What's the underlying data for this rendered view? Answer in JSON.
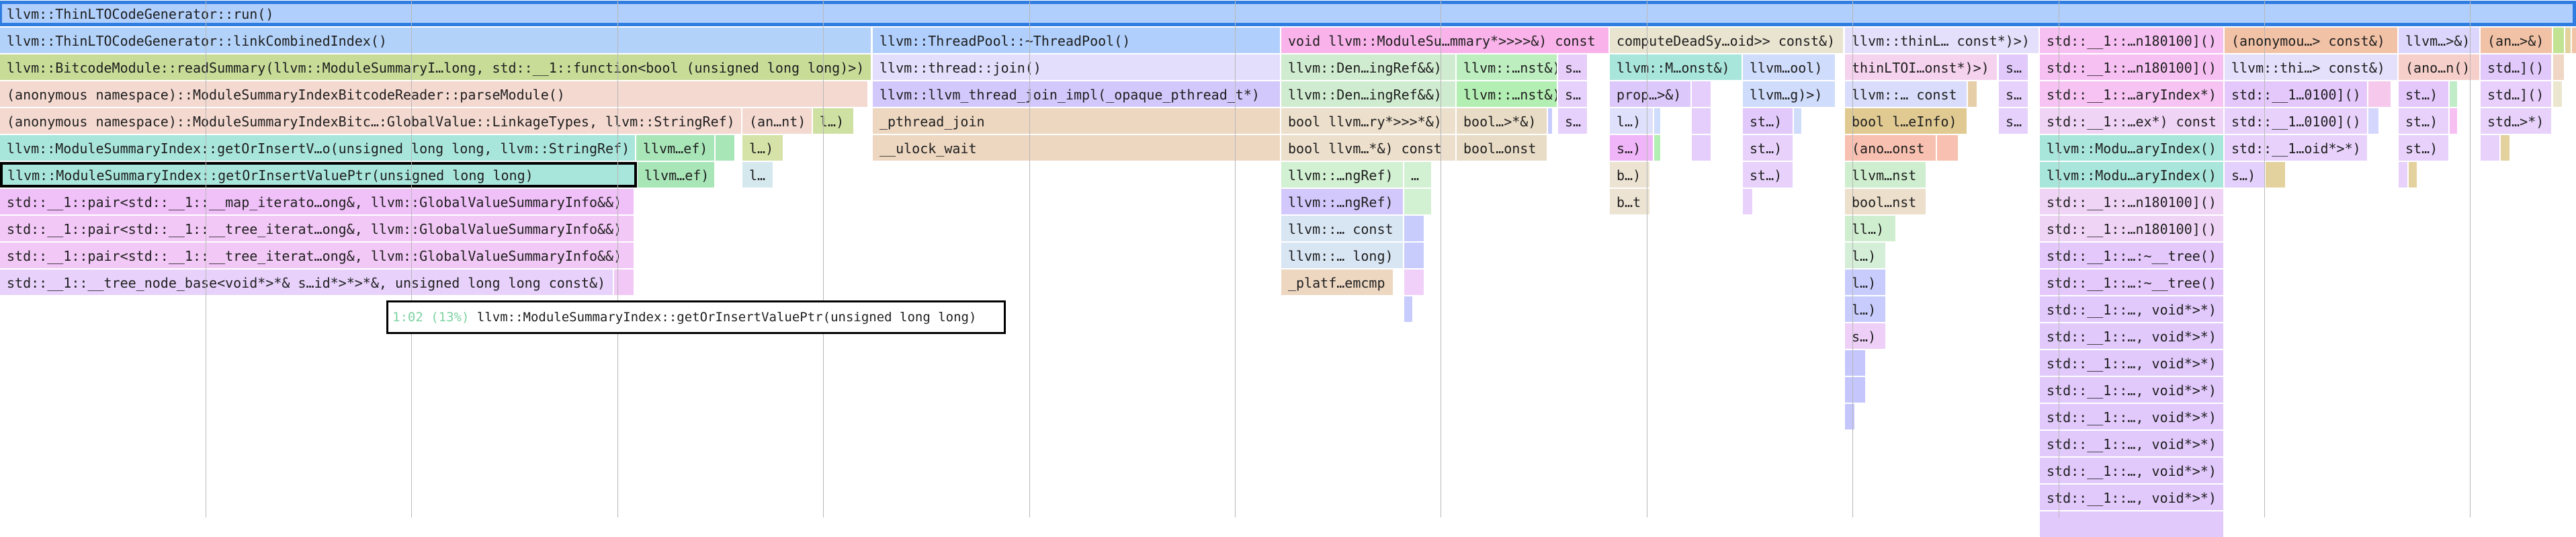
{
  "tooltip": {
    "time": "1:02",
    "percent": "(13%)",
    "name": "llvm::ModuleSummaryIndex::getOrInsertValuePtr(unsigned long long)"
  },
  "colors": {
    "selected_root_border": "#2f7de1",
    "selected_border": "#000000",
    "tooltip_time": "#7ed3a3"
  },
  "frames": [
    {
      "d": 0,
      "l": "llvm::ThinLTOCodeGenerator::run()",
      "c": "#b0cffc"
    },
    {
      "d": 1,
      "l": "llvm::ThinLTOCodeGenerator::linkCombinedIndex()",
      "c": "#b3d2fa"
    },
    {
      "d": 1,
      "l": "llvm::ThreadPool::~ThreadPool()",
      "c": "#b0cffc"
    },
    {
      "d": 1,
      "l": "void llvm::ModuleSu…mmary*>>>>&) const",
      "c": "#f9b3ea"
    },
    {
      "d": 1,
      "l": "computeDeadSy…oid>> const&)",
      "c": "#e9e4d0"
    },
    {
      "d": 1,
      "l": "llvm::thinL… const*)>)",
      "c": "#e4dffb"
    },
    {
      "d": 1,
      "l": "std::__1::…n180100]()",
      "c": "#f6c0f3"
    },
    {
      "d": 1,
      "l": "(anonymou…> const&)",
      "c": "#f2c2a6"
    },
    {
      "d": 1,
      "l": "llvm…>&)",
      "c": "#ddd6fc"
    },
    {
      "d": 1,
      "l": "(an…>&)",
      "c": "#f2c2a6"
    },
    {
      "d": 1,
      "l": "",
      "c": "#c2e294"
    },
    {
      "d": 1,
      "l": "",
      "c": "#e3d29e"
    },
    {
      "d": 1,
      "l": "",
      "c": "#f2c2a6"
    },
    {
      "d": 2,
      "l": "llvm::BitcodeModule::readSummary(llvm::ModuleSummaryI…long, std::__1::function<bool (unsigned long long)>)",
      "c": "#c8dc98"
    },
    {
      "d": 2,
      "l": "llvm::thread::join()",
      "c": "#e3defc"
    },
    {
      "d": 2,
      "l": "llvm::Den…ingRef&&)",
      "c": "#d0ecd0"
    },
    {
      "d": 2,
      "l": "llvm::…nst&)",
      "c": "#bdeec0"
    },
    {
      "d": 2,
      "l": "s…",
      "c": "#e6cdfa"
    },
    {
      "d": 2,
      "l": "llvm::M…onst&)",
      "c": "#a8e6dc"
    },
    {
      "d": 2,
      "l": "llvm…ool)",
      "c": "#cfdcfb"
    },
    {
      "d": 2,
      "l": "thinLTOI…onst*)>)",
      "c": "#f5d2ee"
    },
    {
      "d": 2,
      "l": "s…",
      "c": "#e1c9fc"
    },
    {
      "d": 2,
      "l": "std::__1::…n180100]()",
      "c": "#f6c0f3"
    },
    {
      "d": 2,
      "l": "llvm::thi…> const&)",
      "c": "#e4dffb"
    },
    {
      "d": 2,
      "l": "(ano…n()",
      "c": "#f6cfca"
    },
    {
      "d": 2,
      "l": "std…]()",
      "c": "#e1c9fc"
    },
    {
      "d": 2,
      "l": "",
      "c": "#f0d6c4"
    },
    {
      "d": 3,
      "l": "(anonymous namespace)::ModuleSummaryIndexBitcodeReader::parseModule()",
      "c": "#f4d9d0"
    },
    {
      "d": 3,
      "l": "llvm::llvm_thread_join_impl(_opaque_pthread_t*)",
      "c": "#d3c8fc"
    },
    {
      "d": 3,
      "l": "llvm::Den…ingRef&&)",
      "c": "#d0ecd0"
    },
    {
      "d": 3,
      "l": "llvm::…nst&)",
      "c": "#b3eeb3"
    },
    {
      "d": 3,
      "l": "s…",
      "c": "#e6d0fc"
    },
    {
      "d": 3,
      "l": "prop…>&)",
      "c": "#dcc8fb"
    },
    {
      "d": 3,
      "l": "",
      "c": "#e6cefc"
    },
    {
      "d": 3,
      "l": "llvm…g)>)",
      "c": "#cfdcfb"
    },
    {
      "d": 3,
      "l": "llvm::… const",
      "c": "#d9dcfb"
    },
    {
      "d": 3,
      "l": "",
      "c": "#e6cfa8"
    },
    {
      "d": 3,
      "l": "s…",
      "c": "#e6d0fc"
    },
    {
      "d": 3,
      "l": "std::__1::…aryIndex*)",
      "c": "#f6c3f3"
    },
    {
      "d": 3,
      "l": "std::__1…0100]()",
      "c": "#e4c8fc"
    },
    {
      "d": 3,
      "l": "",
      "c": "#f6c8ec"
    },
    {
      "d": 3,
      "l": "st…)",
      "c": "#e4c8fc"
    },
    {
      "d": 3,
      "l": "",
      "c": "#c0ecc8"
    },
    {
      "d": 3,
      "l": "std…]()",
      "c": "#e8cffc"
    },
    {
      "d": 3,
      "l": "",
      "c": "#ebe6cf"
    },
    {
      "d": 4,
      "l": "(anonymous namespace)::ModuleSummaryIndexBitc…:GlobalValue::LinkageTypes, llvm::StringRef)",
      "c": "#f4d9d0"
    },
    {
      "d": 4,
      "l": "(an…nt)",
      "c": "#f4d9d0"
    },
    {
      "d": 4,
      "l": "l…)",
      "c": "#cfe0a3"
    },
    {
      "d": 4,
      "l": "_pthread_join",
      "c": "#edd7c1"
    },
    {
      "d": 4,
      "l": "bool llvm…ry*>>>*&)",
      "c": "#ecdfcc"
    },
    {
      "d": 4,
      "l": "bool…>*&)",
      "c": "#e9dcc6"
    },
    {
      "d": 4,
      "l": "",
      "c": "#c8ccfc"
    },
    {
      "d": 4,
      "l": "s…",
      "c": "#e6d0fc"
    },
    {
      "d": 4,
      "l": "l…)",
      "c": "#dfe0fc"
    },
    {
      "d": 4,
      "l": "",
      "c": "#cfdcfb"
    },
    {
      "d": 4,
      "l": "",
      "c": "#e6cefc"
    },
    {
      "d": 4,
      "l": "st…)",
      "c": "#e1c9fc"
    },
    {
      "d": 4,
      "l": "",
      "c": "#cfdcfb"
    },
    {
      "d": 4,
      "l": "bool l…eInfo)",
      "c": "#e0ca92"
    },
    {
      "d": 4,
      "l": "s…",
      "c": "#e6d0fc"
    },
    {
      "d": 4,
      "l": "std::__1::…ex*) const",
      "c": "#f0d4f6"
    },
    {
      "d": 4,
      "l": "std::__1…0100]()",
      "c": "#e8d2fc"
    },
    {
      "d": 4,
      "l": "",
      "c": "#d4d6fd"
    },
    {
      "d": 4,
      "l": "st…)",
      "c": "#e8d2fc"
    },
    {
      "d": 4,
      "l": "",
      "c": "#f6c0f3"
    },
    {
      "d": 4,
      "l": "std…>*)",
      "c": "#e8d2fc"
    },
    {
      "d": 5,
      "l": "llvm::ModuleSummaryIndex::getOrInsertV…o(unsigned long long, llvm::StringRef)",
      "c": "#a8e6dc"
    },
    {
      "d": 5,
      "l": "llvm…ef)",
      "c": "#a8e6b8"
    },
    {
      "d": 5,
      "l": "",
      "c": "#a8e6b8"
    },
    {
      "d": 5,
      "l": "l…)",
      "c": "#d5e3a8"
    },
    {
      "d": 5,
      "l": "__ulock_wait",
      "c": "#edd7c1"
    },
    {
      "d": 5,
      "l": "bool llvm…*&) const",
      "c": "#ecdfcc"
    },
    {
      "d": 5,
      "l": "bool…onst",
      "c": "#e9dcc6"
    },
    {
      "d": 5,
      "l": "s…)",
      "c": "#f0b5f8"
    },
    {
      "d": 5,
      "l": "",
      "c": "#b3eeb3"
    },
    {
      "d": 5,
      "l": "",
      "c": "#e6cefc"
    },
    {
      "d": 5,
      "l": "st…)",
      "c": "#e8d2fc"
    },
    {
      "d": 5,
      "l": "(ano…onst",
      "c": "#f8c0b0"
    },
    {
      "d": 5,
      "l": "",
      "c": "#f8c0b0"
    },
    {
      "d": 5,
      "l": "llvm::Modu…aryIndex()",
      "c": "#a8e6dc"
    },
    {
      "d": 5,
      "l": "std::__1…oid*>*)",
      "c": "#e8d2fc"
    },
    {
      "d": 5,
      "l": "st…)",
      "c": "#e8d2fc"
    },
    {
      "d": 5,
      "l": "",
      "c": "#e8d2fc"
    },
    {
      "d": 5,
      "l": "",
      "c": "#e3d29e"
    },
    {
      "d": 6,
      "l": "llvm::ModuleSummaryIndex::getOrInsertValuePtr(unsigned long long)",
      "c": "#a8e6dc"
    },
    {
      "d": 6,
      "l": "llvm…ef)",
      "c": "#a8e6b8"
    },
    {
      "d": 6,
      "l": "l…",
      "c": "#d5e8ee"
    },
    {
      "d": 6,
      "l": "llvm::…ngRef)",
      "c": "#d2f0d2"
    },
    {
      "d": 6,
      "l": "…",
      "c": "#d2f0d2"
    },
    {
      "d": 6,
      "l": "b…)",
      "c": "#ece3d3"
    },
    {
      "d": 6,
      "l": "st…)",
      "c": "#e8d2fc"
    },
    {
      "d": 6,
      "l": "llvm…nst",
      "c": "#cfeecf"
    },
    {
      "d": 6,
      "l": "llvm::Modu…aryIndex()",
      "c": "#a8e6dc"
    },
    {
      "d": 6,
      "l": "s…)",
      "c": "#e4d0fc"
    },
    {
      "d": 6,
      "l": "",
      "c": "#e3d29e"
    },
    {
      "d": 6,
      "l": "",
      "c": "#e8d2fc"
    },
    {
      "d": 6,
      "l": "",
      "c": "#e3d29e"
    },
    {
      "d": 7,
      "l": "std::__1::pair<std::__1::__map_iterato…ong&, llvm::GlobalValueSummaryInfo&&)",
      "c": "#f0c0f8"
    },
    {
      "d": 7,
      "l": "llvm::…ngRef)",
      "c": "#d3c8fc"
    },
    {
      "d": 7,
      "l": "",
      "c": "#d2f0d2"
    },
    {
      "d": 7,
      "l": "b…t",
      "c": "#ece3d3"
    },
    {
      "d": 7,
      "l": "",
      "c": "#e8d2fc"
    },
    {
      "d": 7,
      "l": "bool…nst",
      "c": "#ecdfcc"
    },
    {
      "d": 7,
      "l": "std::__1::…n180100]()",
      "c": "#f0d4f6"
    },
    {
      "d": 8,
      "l": "std::__1::pair<std::__1::__tree_iterat…ong&, llvm::GlobalValueSummaryInfo&&)",
      "c": "#f2c8f6"
    },
    {
      "d": 8,
      "l": "llvm::… const",
      "c": "#d8e6f4"
    },
    {
      "d": 8,
      "l": "",
      "c": "#c8ccfc"
    },
    {
      "d": 8,
      "l": "ll…)",
      "c": "#cfeecf"
    },
    {
      "d": 8,
      "l": "std::__1::…n180100]()",
      "c": "#f0d4f6"
    },
    {
      "d": 9,
      "l": "std::__1::pair<std::__1::__tree_iterat…ong&, llvm::GlobalValueSummaryInfo&&)",
      "c": "#f2c8f6"
    },
    {
      "d": 9,
      "l": "llvm::… long)",
      "c": "#d8e6f4"
    },
    {
      "d": 9,
      "l": "",
      "c": "#c8ccfc"
    },
    {
      "d": 9,
      "l": "l…)",
      "c": "#d5eed8"
    },
    {
      "d": 9,
      "l": "std::__1::…:~__tree()",
      "c": "#e4c8fc"
    },
    {
      "d": 10,
      "l": "std::__1::__tree_node_base<void*>*& s…id*>*>*&, unsigned long long const&)",
      "c": "#e8d2fc"
    },
    {
      "d": 10,
      "l": "",
      "c": "#f2c8f6"
    },
    {
      "d": 10,
      "l": "_platf…emcmp",
      "c": "#edd7c1"
    },
    {
      "d": 10,
      "l": "",
      "c": "#f0d0f8"
    },
    {
      "d": 10,
      "l": "l…)",
      "c": "#c8ccfc"
    },
    {
      "d": 10,
      "l": "std::__1::…:~__tree()",
      "c": "#e4c8fc"
    },
    {
      "d": 11,
      "l": "l…)",
      "c": "#c8ccfc"
    },
    {
      "d": 11,
      "l": "std::__1::…, void*>*)",
      "c": "#e1c9fc"
    },
    {
      "d": 11,
      "l": "",
      "c": "#c8ccfc"
    },
    {
      "d": 12,
      "l": "s…)",
      "c": "#eecff8"
    },
    {
      "d": 12,
      "l": "std::__1::…, void*>*)",
      "c": "#e1c9fc"
    },
    {
      "d": 13,
      "l": "",
      "c": "#c4c6fc"
    },
    {
      "d": 13,
      "l": "std::__1::…, void*>*)",
      "c": "#e1c9fc"
    },
    {
      "d": 14,
      "l": "",
      "c": "#c4c6fc"
    },
    {
      "d": 14,
      "l": "std::__1::…, void*>*)",
      "c": "#e1c9fc"
    },
    {
      "d": 15,
      "l": "",
      "c": "#c4c6fc"
    },
    {
      "d": 15,
      "l": "std::__1::…, void*>*)",
      "c": "#e1c9fc"
    },
    {
      "d": 16,
      "l": "std::__1::…, void*>*)",
      "c": "#e1c9fc"
    },
    {
      "d": 17,
      "l": "std::__1::…, void*>*)",
      "c": "#e1c9fc"
    },
    {
      "d": 18,
      "l": "std::__1::…, void*>*)",
      "c": "#e1c9fc"
    },
    {
      "d": 19,
      "l": "",
      "c": "#e1c9fc"
    }
  ]
}
